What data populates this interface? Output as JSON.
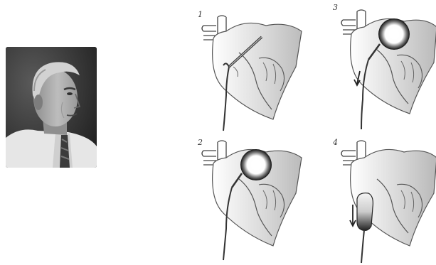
{
  "panels": [
    {
      "number": "1"
    },
    {
      "number": "3"
    },
    {
      "number": "2"
    },
    {
      "number": "4"
    }
  ]
}
